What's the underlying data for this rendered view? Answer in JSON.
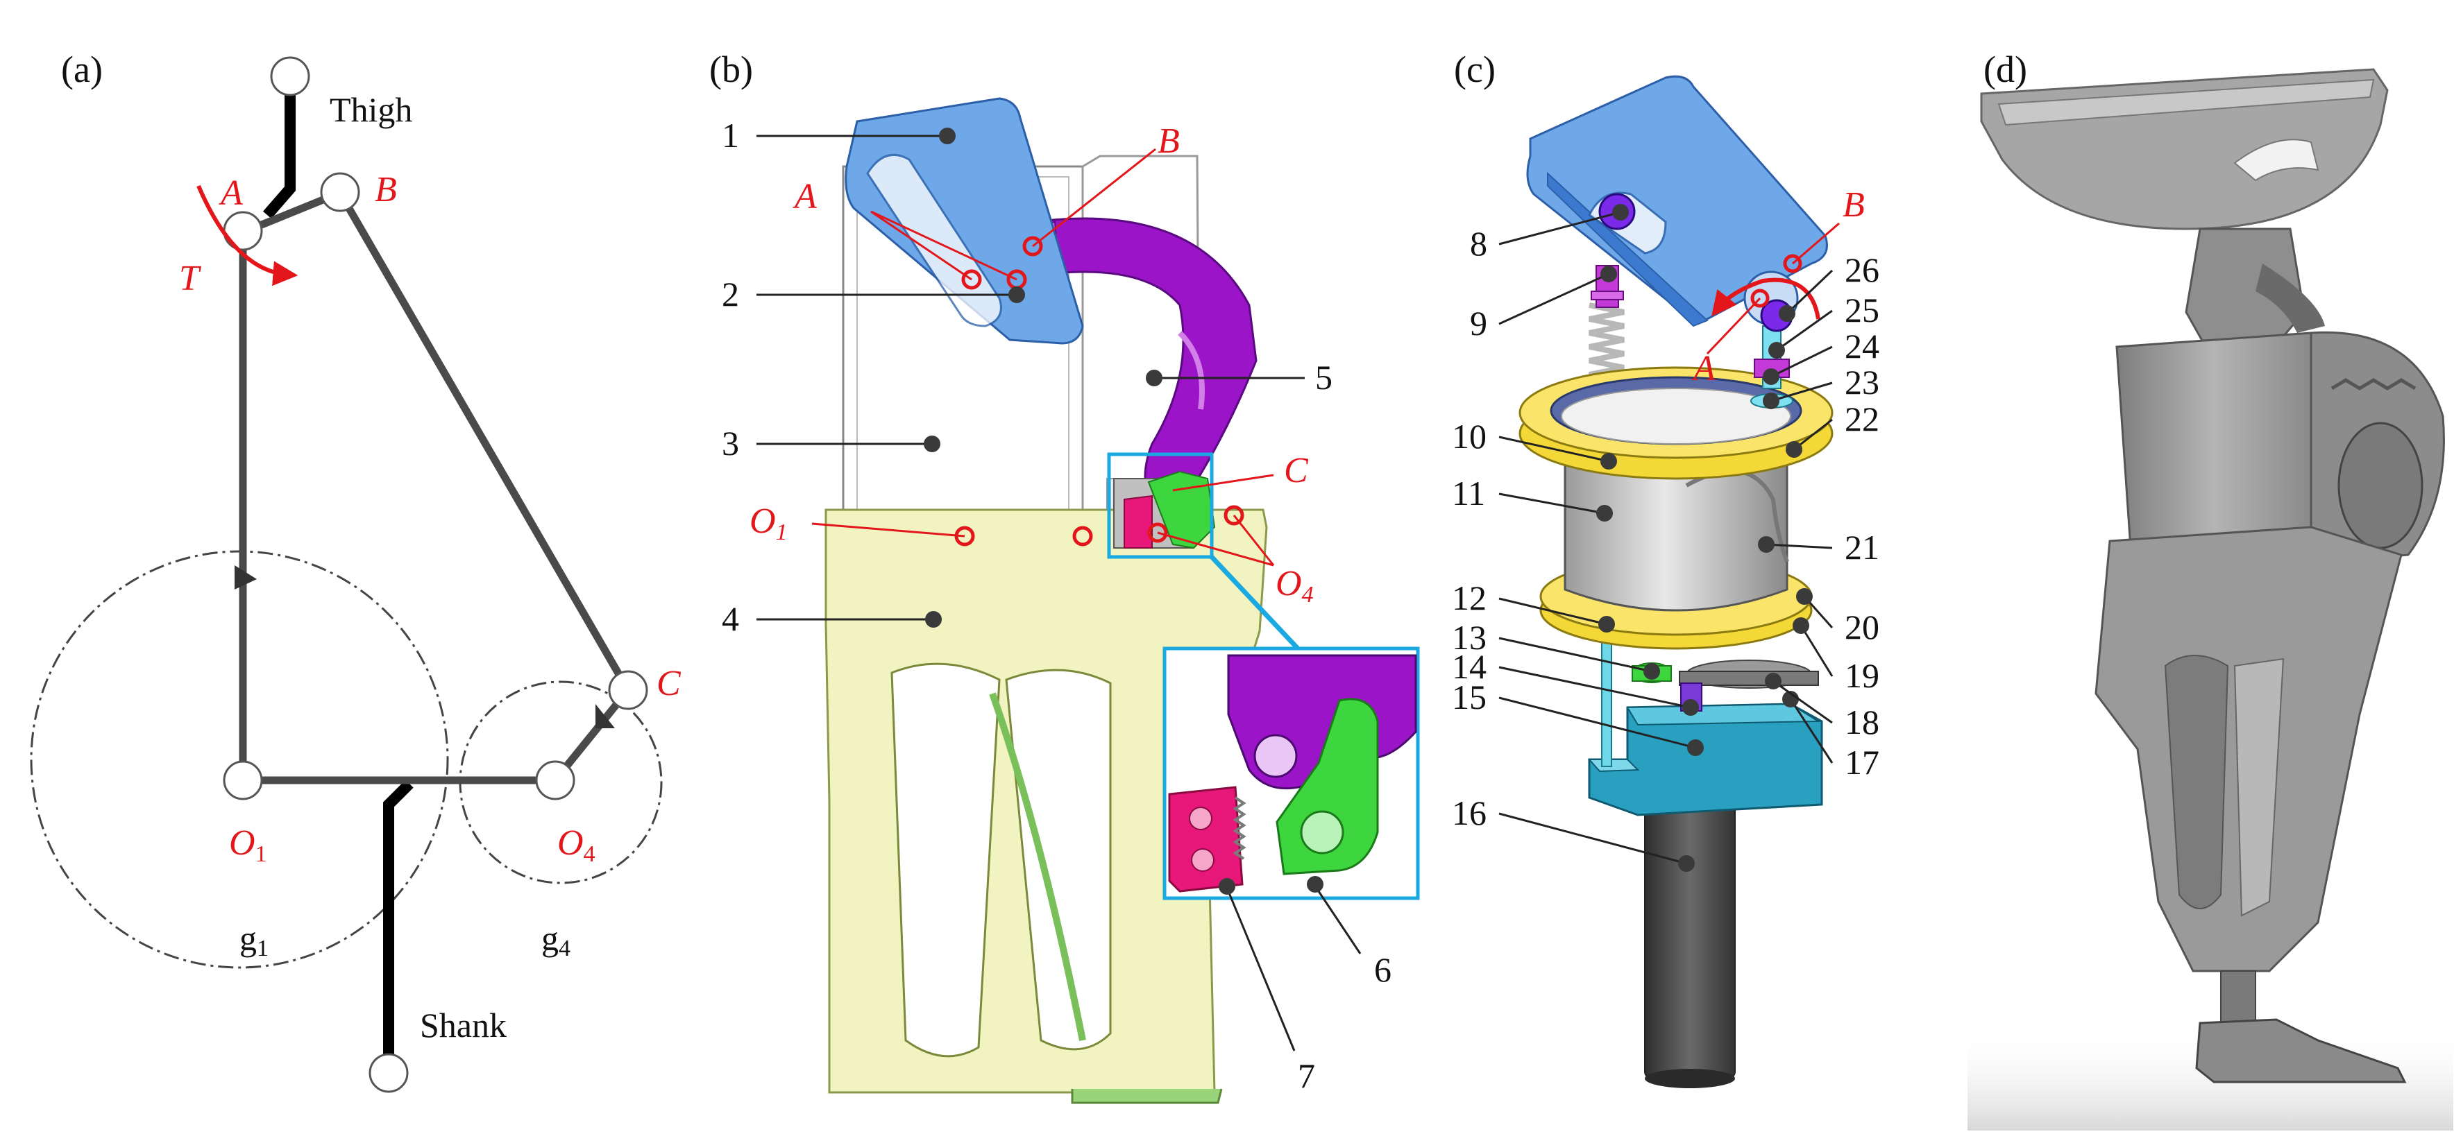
{
  "panels": {
    "a": {
      "label": "(a)",
      "thigh": "Thigh",
      "shank": "Shank",
      "point_A": "A",
      "point_B": "B",
      "point_C": "C",
      "torque": "T",
      "o1_base": "O",
      "o1_sub": "1",
      "o4_base": "O",
      "o4_sub": "4",
      "g1_base": "g",
      "g1_sub": "1",
      "g4_base": "g",
      "g4_sub": "4"
    },
    "b": {
      "label": "(b)",
      "numbers": [
        "1",
        "2",
        "3",
        "4",
        "5",
        "6",
        "7"
      ],
      "point_A": "A",
      "point_B": "B",
      "point_C": "C",
      "o1_base": "O",
      "o1_sub": "1",
      "o4_base": "O",
      "o4_sub": "4"
    },
    "c": {
      "label": "(c)",
      "numbers": [
        "8",
        "9",
        "10",
        "11",
        "12",
        "13",
        "14",
        "15",
        "16",
        "17",
        "18",
        "19",
        "20",
        "21",
        "22",
        "23",
        "24",
        "25",
        "26"
      ],
      "point_A": "A",
      "point_B": "B"
    },
    "d": {
      "label": "(d)"
    }
  },
  "colors": {
    "annotation_red": "#e3161b",
    "plate_blue": "#6fa8e8",
    "link_purple": "#9b14c8",
    "shell_yellow": "#f1f3c0",
    "gear_green": "#3ed63e",
    "rack_pink": "#e8187a",
    "zoom_cyan": "#1aa9e0",
    "ring_yellow": "#f3d838",
    "cylinder_gray": "#cfcfcf",
    "mount_teal": "#2aa0c0",
    "pylon_dark": "#4a4a4a",
    "render_gray": "#9a9a9a"
  }
}
